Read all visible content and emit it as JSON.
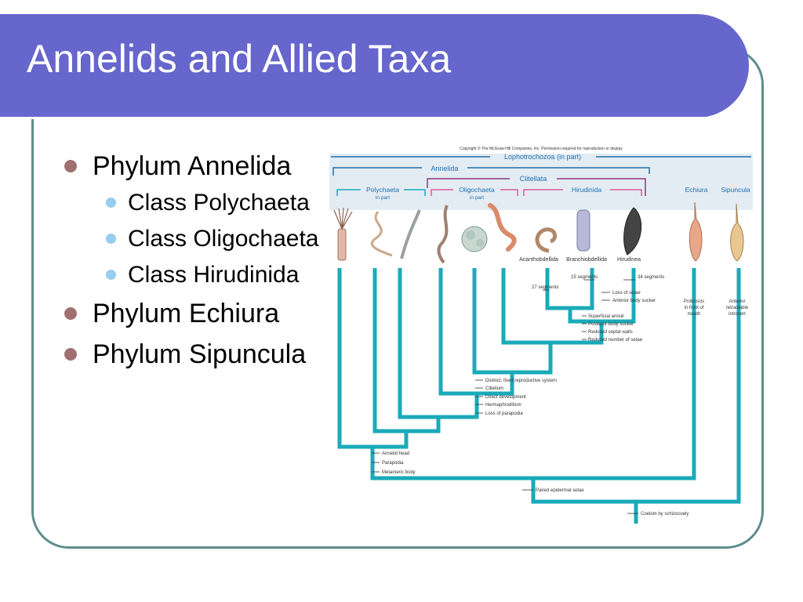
{
  "slide": {
    "title": "Annelids and Allied Taxa",
    "bullets": [
      {
        "text": "Phylum Annelida",
        "sub": [
          "Class Polychaeta",
          "Class Oligochaeta",
          "Class Hirudinida"
        ]
      },
      {
        "text": "Phylum Echiura",
        "sub": []
      },
      {
        "text": "Phylum Sipuncula",
        "sub": []
      }
    ]
  },
  "figure": {
    "copyright": "Copyright © The McGraw-Hill Companies, Inc. Permission required for reproduction or display",
    "groups": {
      "lophotrochozoa": "Lophotrochozoa (in part)",
      "annelida": "Annelida",
      "clitellata": "Clitellata",
      "polychaeta": "Polychaeta",
      "polychaeta_sub": "in part",
      "oligochaeta": "Oligochaeta",
      "oligochaeta_sub": "in part",
      "hirudinida": "Hirudinida",
      "echiura": "Echiura",
      "sipuncula": "Sipuncula"
    },
    "leech_taxa": [
      "Acanthobdellida",
      "Branchiobdellida",
      "Hirudinea"
    ],
    "characters": {
      "seg27": "27 segments",
      "seg15": "15 segments",
      "seg34": "34 segments",
      "branchio_hirudinea": [
        "Loss of setae",
        "Anterior body sucker"
      ],
      "hirudinida": [
        "Superficial annuli",
        "Posterior body sucker",
        "Reduced septal walls",
        "Reduced number of setae"
      ],
      "clitellata": [
        "Distinct, fixed reproductive system",
        "Clitellum",
        "Direct development",
        "Hermaphroditism",
        "Loss of parapodia"
      ],
      "annelida": [
        "Annelid head",
        "Parapodia",
        "Metameric body"
      ],
      "echiura": [
        "Proboscis",
        "in front of",
        "mouth"
      ],
      "sipuncula": [
        "Anterior",
        "retractable",
        "introvert"
      ],
      "paired_setae": "Paired epidermal setae",
      "coelom": "Coelom by schizocoely"
    },
    "colors": {
      "branch": "#1aaab9",
      "clitellata_bracket": "#8a3a7a",
      "header_band": "#e3ecf3",
      "label_blue": "#1f6fb0"
    }
  }
}
